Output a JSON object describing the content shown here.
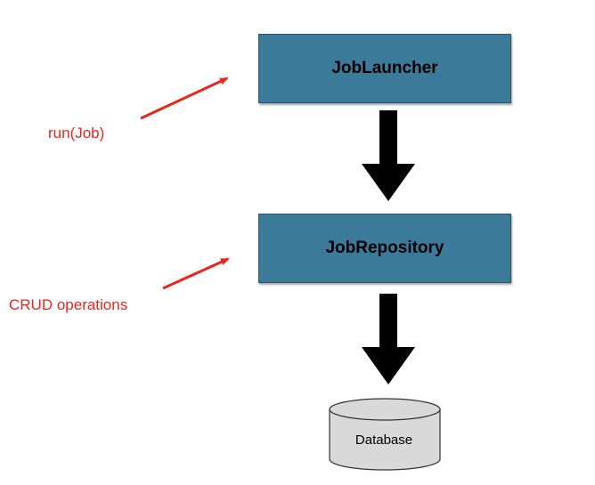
{
  "diagram": {
    "launcher_label": "JobLauncher",
    "repository_label": "JobRepository",
    "database_label": "Database",
    "run_annotation": "run(Job)",
    "crud_annotation": "CRUD operations",
    "colors": {
      "box_fill": "#3c7a99",
      "annotation": "#e8261c",
      "flow_arrow": "#000000",
      "database_fill": "#d9d9d9"
    }
  }
}
